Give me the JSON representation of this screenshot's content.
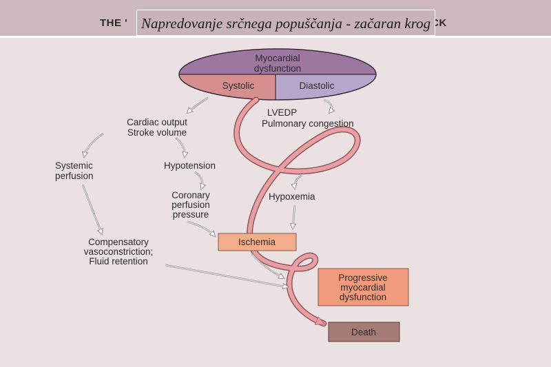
{
  "slide": {
    "title": "Napredovanje srčnega popuščanja - začaran krog",
    "background_heading_left": "THE '",
    "background_heading_right": "OCK"
  },
  "diagram": {
    "top": {
      "line1": "Myocardial",
      "line2": "dysfunction"
    },
    "systolic": "Systolic",
    "diastolic": "Diastolic",
    "cardiac_output": {
      "line1": "Cardiac output",
      "line2": "Stroke volume"
    },
    "lvedp": {
      "line1": "LVEDP",
      "line2": "Pulmonary congestion"
    },
    "systemic_perfusion": {
      "line1": "Systemic",
      "line2": "perfusion"
    },
    "hypotension": "Hypotension",
    "coronary": {
      "line1": "Coronary",
      "line2": "perfusion",
      "line3": "pressure"
    },
    "hypoxemia": "Hypoxemia",
    "compensatory": {
      "line1": "Compensatory",
      "line2": "vasoconstriction;",
      "line3": "Fluid retention"
    },
    "ischemia": "Ischemia",
    "progressive": {
      "line1": "Progressive",
      "line2": "myocardial",
      "line3": "dysfunction"
    },
    "death": "Death"
  },
  "colors": {
    "top_ellipse": "#9c779f",
    "systolic": "#d78e8e",
    "diastolic": "#b7a6cb",
    "ischemia_box": "#f4ad8a",
    "progressive_box": "#f29b7c",
    "death_box": "#a67b76",
    "spiral": "#ea9ea2",
    "header_band": "#cdb8bb",
    "background": "#ebe1e2"
  }
}
